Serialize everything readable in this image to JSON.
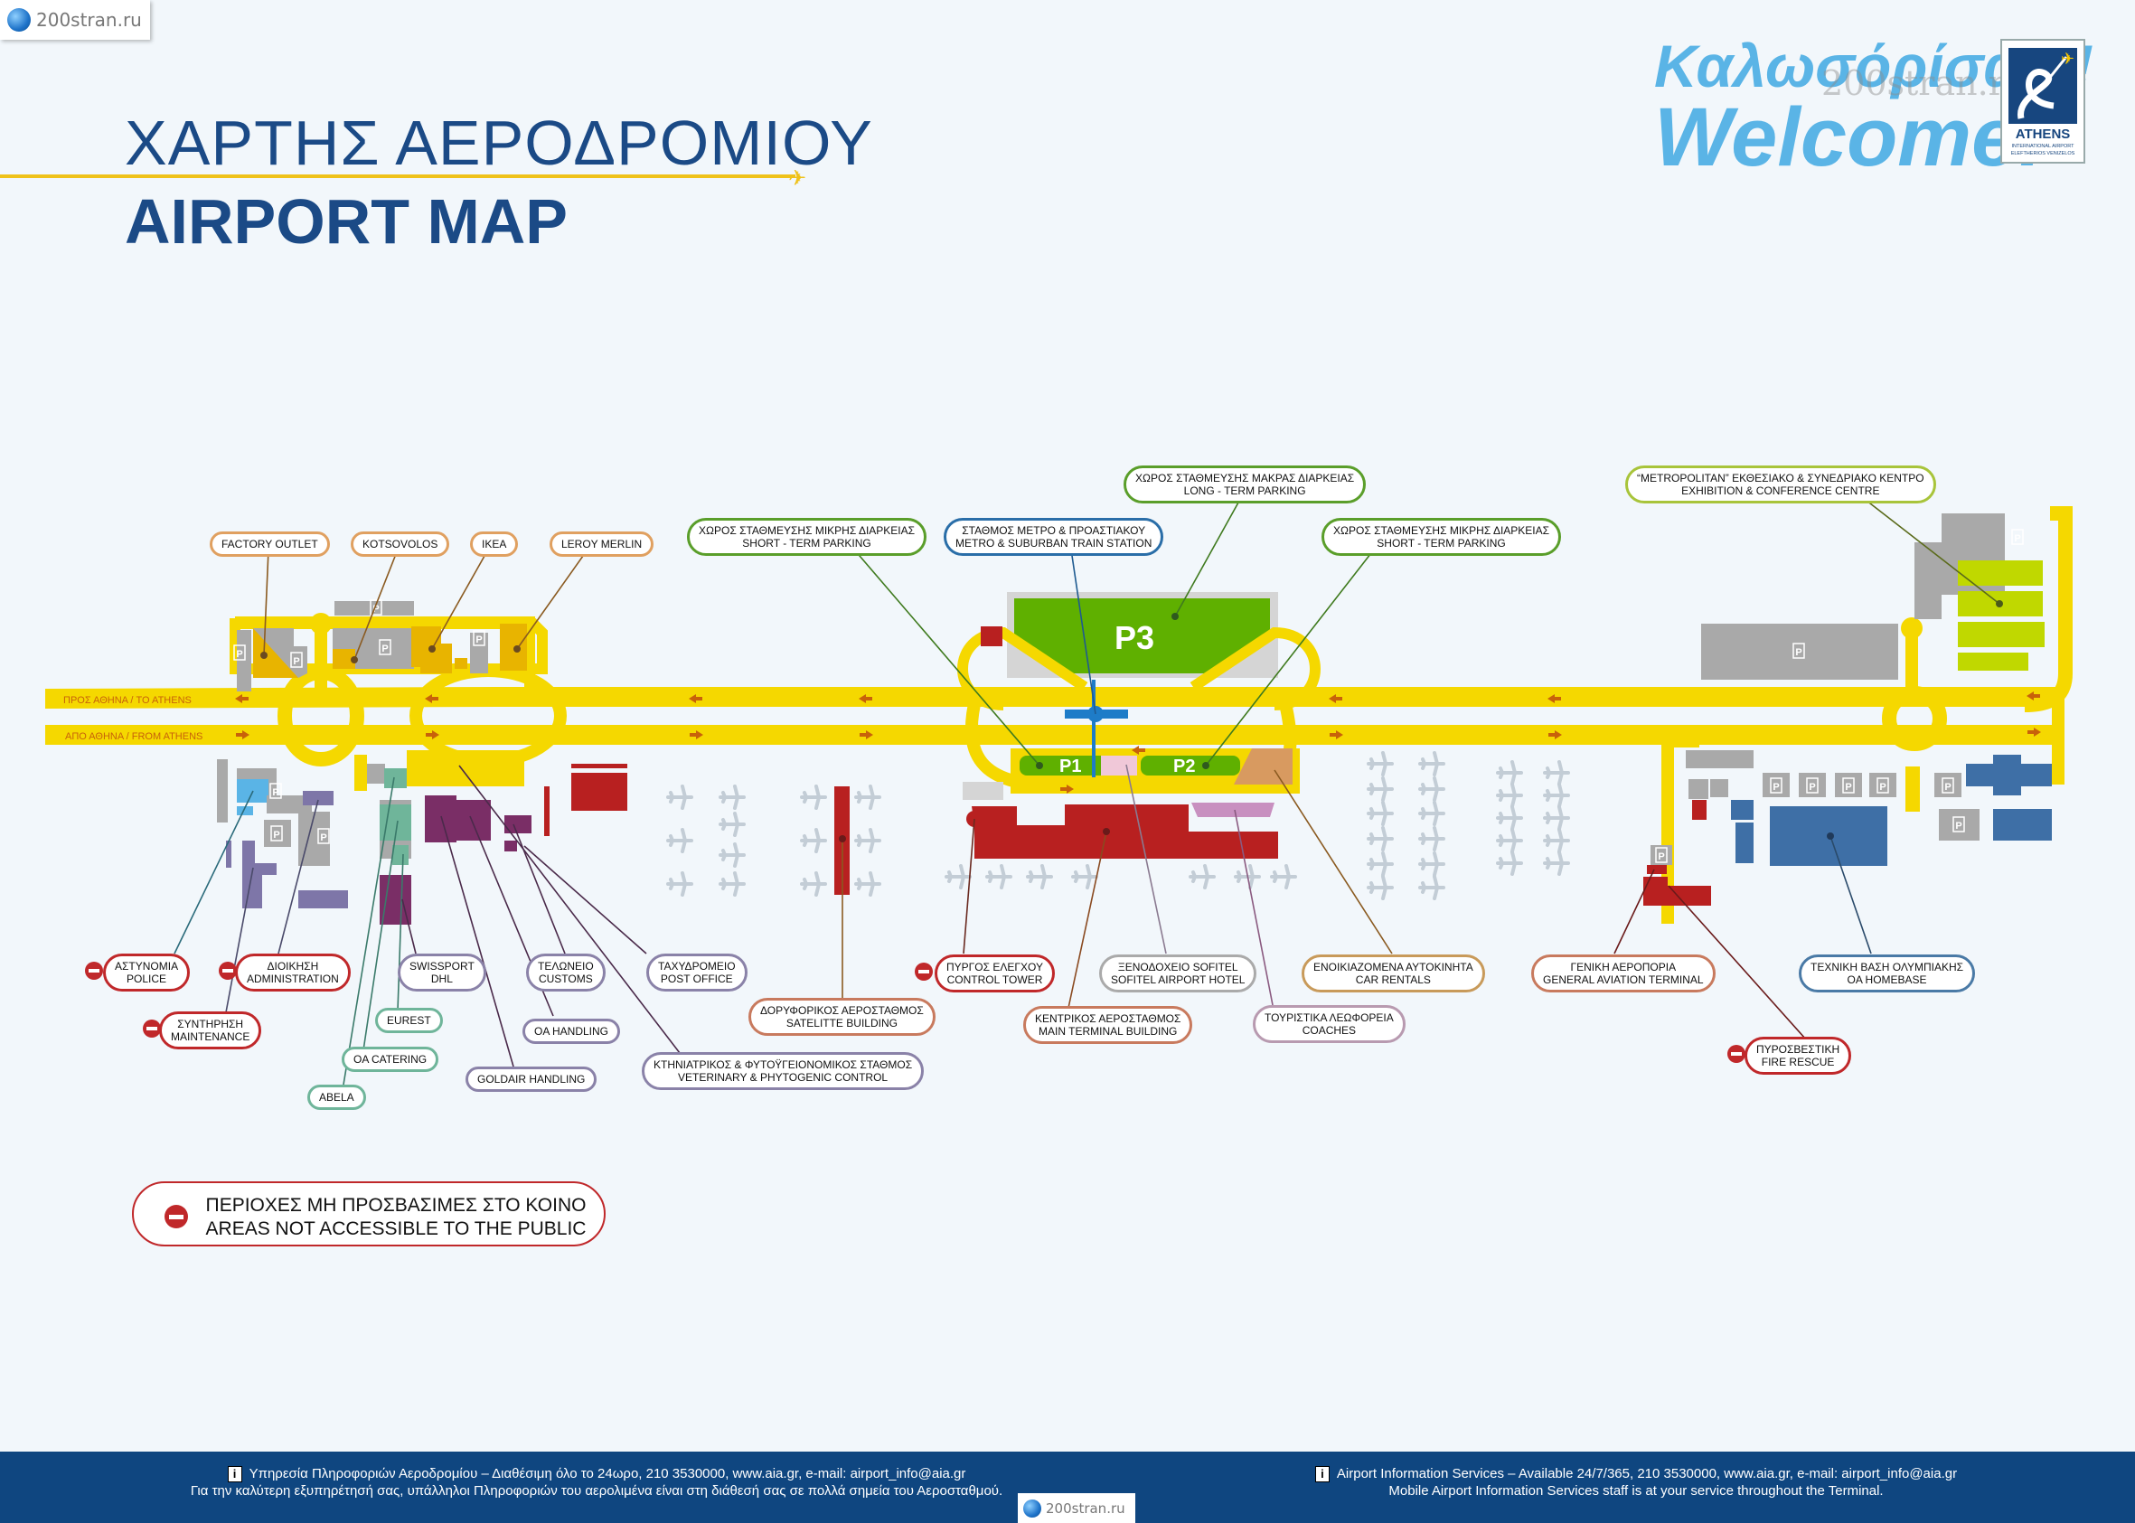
{
  "watermark": {
    "text": "200stran.ru"
  },
  "header": {
    "title_greek": "ΧΑΡΤΗΣ ΑΕΡΟΔΡΟΜΙΟΥ",
    "title_english": "AIRPORT MAP",
    "welcome_greek": "Καλωσόρίσατε!",
    "welcome_english": "Welcome!",
    "logo": {
      "name": "ATHENS",
      "line1": "INTERNATIONAL AIRPORT",
      "line2": "ELEFTHERIOS VENIZELOS"
    }
  },
  "roads": {
    "to_athens": "ΠΡΟΣ ΑΘΗΝΑ / TO ATHENS",
    "from_athens": "ΑΠΟ ΑΘΗΝΑ / FROM ATHENS"
  },
  "map_marks": {
    "p3": "P3",
    "p1": "P1",
    "p2": "P2",
    "parking": "P"
  },
  "labels": {
    "factory_outlet": {
      "en": "FACTORY OUTLET"
    },
    "kotsovolos": {
      "en": "KOTSOVOLOS"
    },
    "ikea": {
      "en": "IKEA"
    },
    "leroy_merlin": {
      "en": "LEROY MERLIN"
    },
    "short_term_parking_1": {
      "gr": "ΧΩΡΟΣ ΣΤΑΘΜΕΥΣΗΣ ΜΙΚΡΗΣ ΔΙΑΡΚΕΙΑΣ",
      "en": "SHORT - TERM PARKING"
    },
    "metro_station": {
      "gr": "ΣΤΑΘΜΟΣ ΜΕΤΡΟ & ΠΡΟΑΣΤΙΑΚΟΥ",
      "en": "METRO & SUBURBAN TRAIN STATION"
    },
    "long_term_parking": {
      "gr": "ΧΩΡΟΣ ΣΤΑΘΜΕΥΣΗΣ ΜΑΚΡΑΣ ΔΙΑΡΚΕΙΑΣ",
      "en": "LONG - TERM PARKING"
    },
    "short_term_parking_2": {
      "gr": "ΧΩΡΟΣ ΣΤΑΘΜΕΥΣΗΣ ΜΙΚΡΗΣ ΔΙΑΡΚΕΙΑΣ",
      "en": "SHORT - TERM PARKING"
    },
    "exhibition_centre": {
      "gr": "“METROPOLITAN” ΕΚΘΕΣΙΑΚΟ & ΣΥΝΕΔΡΙΑΚΟ ΚΕΝΤΡΟ",
      "en": "EXHIBITION & CONFERENCE CENTRE"
    },
    "police": {
      "gr": "ΑΣΤΥΝΟΜΙΑ",
      "en": "POLICE"
    },
    "administration": {
      "gr": "ΔΙΟΙΚΗΣΗ",
      "en": "ADMINISTRATION"
    },
    "maintenance": {
      "gr": "ΣΥΝΤΗΡΗΣΗ",
      "en": "MAINTENANCE"
    },
    "swissport": {
      "gr": "SWISSPORT",
      "en": "DHL"
    },
    "eurest": {
      "en": "EUREST"
    },
    "oa_catering": {
      "en": "OA CATERING"
    },
    "abela": {
      "en": "ABELA"
    },
    "customs": {
      "gr": "ΤΕΛΩΝΕΙΟ",
      "en": "CUSTOMS"
    },
    "oa_handling": {
      "en": "OA HANDLING"
    },
    "goldair": {
      "en": "GOLDAIR HANDLING"
    },
    "post_office": {
      "gr": "ΤΑΧΥΔΡΟΜΕΙΟ",
      "en": "POST OFFICE"
    },
    "veterinary": {
      "gr": "ΚΤΗΝΙΑΤΡΙΚΟΣ & ΦΥΤΟΫΓΕΙΟΝΟΜΙΚΟΣ ΣΤΑΘΜΟΣ",
      "en": "VETERINARY & PHYTOGENIC CONTROL"
    },
    "satellite": {
      "gr": "ΔΟΡΥΦΟΡΙΚΟΣ ΑΕΡΟΣΤΑΘΜΟΣ",
      "en": "SATELITTE BUILDING"
    },
    "control_tower": {
      "gr": "ΠΥΡΓΟΣ ΕΛΕΓΧΟΥ",
      "en": "CONTROL TOWER"
    },
    "main_terminal": {
      "gr": "ΚΕΝΤΡΙΚΟΣ ΑΕΡΟΣΤΑΘΜΟΣ",
      "en": "MAIN TERMINAL BUILDING"
    },
    "sofitel": {
      "gr": "ΞΕΝΟΔΟΧΕΙΟ SOFITEL",
      "en": "SOFITEL AIRPORT HOTEL"
    },
    "coaches": {
      "gr": "ΤΟΥΡΙΣΤΙΚΑ ΛΕΩΦΟΡΕΙΑ",
      "en": "COACHES"
    },
    "car_rentals": {
      "gr": "ΕΝΟΙΚΙΑΖΟΜΕΝΑ ΑΥΤΟΚΙΝΗΤΑ",
      "en": "CAR RENTALS"
    },
    "general_aviation": {
      "gr": "ΓΕΝΙΚΗ ΑΕΡΟΠΟΡΙΑ",
      "en": "GENERAL AVIATION TERMINAL"
    },
    "fire_rescue": {
      "gr": "ΠΥΡΟΣΒΕΣΤΙΚΗ",
      "en": "FIRE RESCUE"
    },
    "oa_homebase": {
      "gr": "ΤΕΧΝΙΚΗ ΒΑΣΗ ΟΛΥΜΠΙΑΚΗΣ",
      "en": "OA HOMEBASE"
    }
  },
  "legend": {
    "gr": "ΠΕΡΙΟΧΕΣ ΜΗ ΠΡΟΣΒΑΣΙΜΕΣ ΣΤΟ ΚΟΙΝΟ",
    "en": "AREAS NOT ACCESSIBLE TO THE PUBLIC"
  },
  "footer": {
    "gr_line1": "Υπηρεσία Πληροφοριών Αεροδρομίου – Διαθέσιμη όλο το 24ωρο, 210 3530000, www.aia.gr, e-mail: airport_info@aia.gr",
    "gr_line2": "Για την καλύτερη εξυπηρέτησή σας, υπάλληλοι Πληροφοριών του αερολιμένα είναι στη διάθεσή σας σε πολλά σημεία του Αεροσταθμού.",
    "en_line1": "Airport Information Services – Available 24/7/365, 210 3530000, www.aia.gr, e-mail: airport_info@aia.gr",
    "en_line2": "Mobile Airport Information Services staff is at your service throughout the Terminal.",
    "info_icon_glyph": "i"
  },
  "colors": {
    "road": "#f5d800",
    "arrow": "#c8620a",
    "navy": "#1b4a86",
    "parking_grey": "#a9a9a9",
    "green_parking": "#5fb000",
    "terminal_red": "#b82020",
    "metro_blue": "#1e7cc8",
    "retail_gold": "#e8b400",
    "cargo_purple": "#7a2e66",
    "admin_lavender": "#7e76a8",
    "catering_teal": "#6fb59a",
    "car_rental_tan": "#d89a60",
    "coach_pink": "#c890c0",
    "homebase_blue": "#3e6fa6",
    "exhibition_lime": "#c0d800"
  }
}
